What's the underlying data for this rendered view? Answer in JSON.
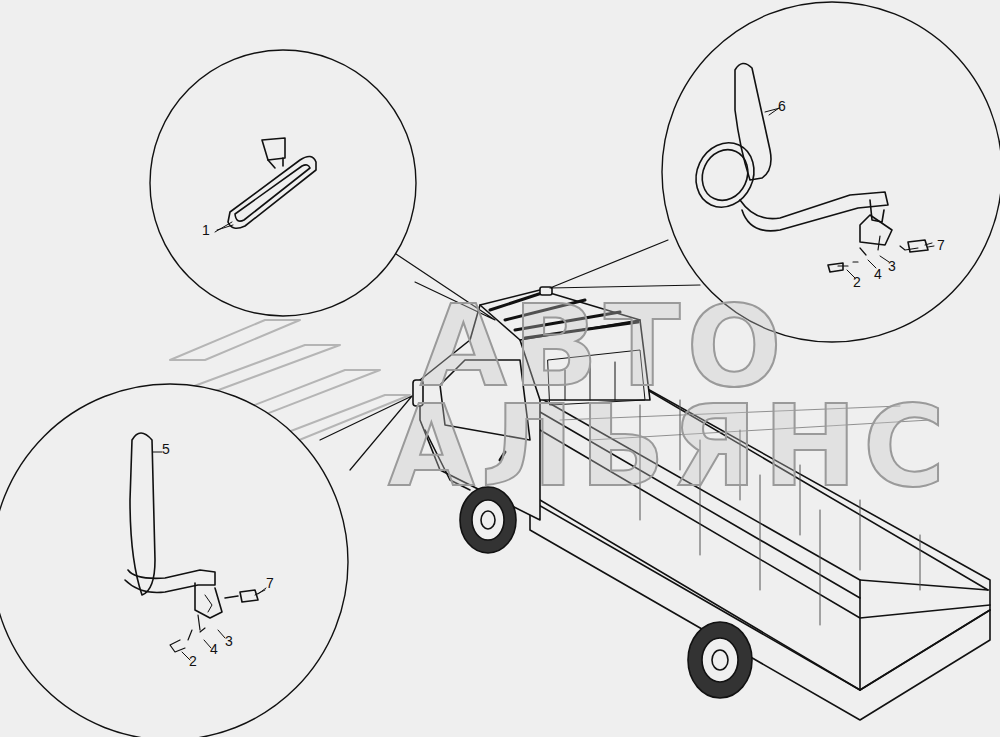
{
  "diagram": {
    "labels": [
      "1",
      "6",
      "7",
      "2",
      "4",
      "3",
      "5",
      "7",
      "3",
      "4",
      "2",
      "АВТО",
      "АЛЬЯНС"
    ]
  }
}
